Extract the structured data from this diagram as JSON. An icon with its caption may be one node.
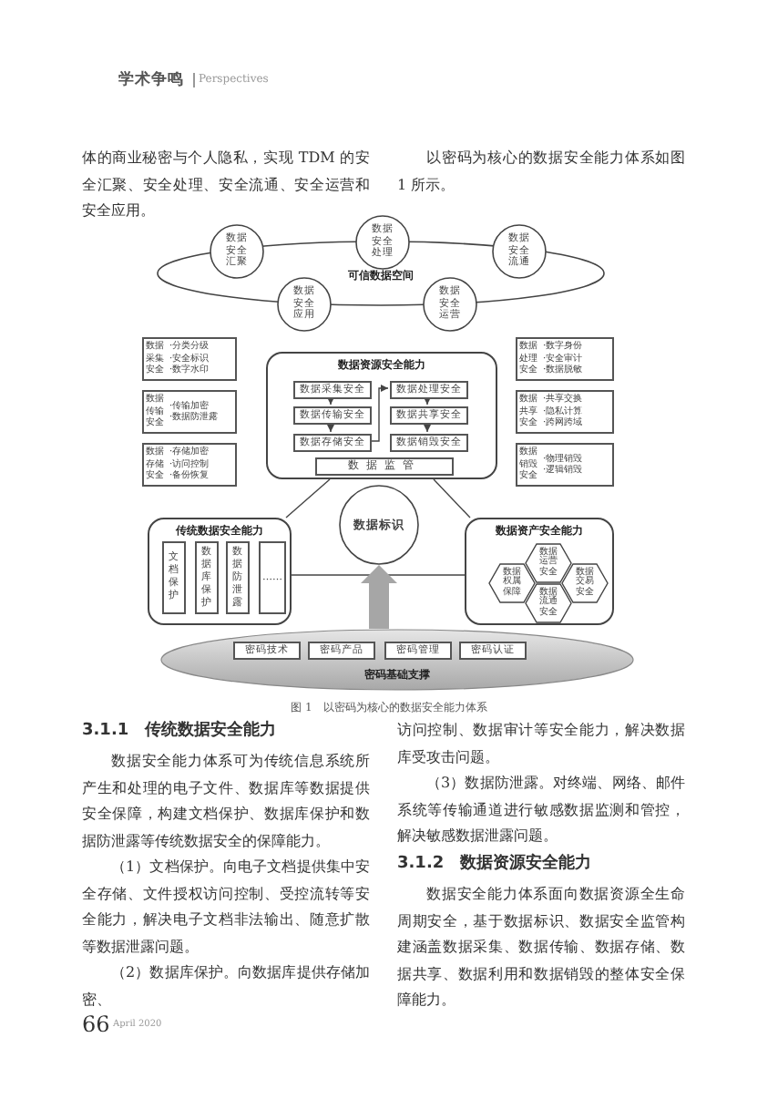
{
  "diagram": {
    "caption": "图 1　以密码为核心的数据安全能力体系",
    "nodes": [
      {
        "text": [
          "可信数据空间"
        ]
      },
      {
        "text": [
          "数据安全汇聚"
        ]
      },
      {
        "text": [
          "数据安全处理"
        ]
      },
      {
        "text": [
          "数据安全流通"
        ]
      },
      {
        "text": [
          "数据安全应用"
        ]
      },
      {
        "text": [
          "数据安全运营"
        ]
      },
      {
        "text": [
          "数据采集安全",
          "·分类分级",
          "·安全标识",
          "·数字水印"
        ]
      },
      {
        "text": [
          "数据传输安全",
          "·传输加密",
          "·数据防泄露"
        ]
      },
      {
        "text": [
          "数据存储安全",
          "·存储加密",
          "·访问控制",
          "·备份恢复"
        ]
      },
      {
        "text": [
          "数据资源安全能力"
        ]
      },
      {
        "text": [
          "数据采集安全"
        ],
        "in": 9
      },
      {
        "text": [
          "数据处理安全"
        ],
        "in": 9
      },
      {
        "text": [
          "数据传输安全"
        ],
        "in": 9
      },
      {
        "text": [
          "数据共享安全"
        ],
        "in": 9
      },
      {
        "text": [
          "数据存储安全"
        ],
        "in": 9
      },
      {
        "text": [
          "数据销毁安全"
        ],
        "in": 9
      },
      {
        "text": [
          "数据监管"
        ],
        "in": 9
      },
      {
        "text": [
          "数据处理安全",
          "·数字身份",
          "·安全审计",
          "·数据脱敏"
        ]
      },
      {
        "text": [
          "数据共享安全",
          "·共享交换",
          "·隐私计算",
          "·跨网跨域"
        ]
      },
      {
        "text": [
          "数据销毁安全",
          "·物理销毁",
          "·逻辑销毁"
        ]
      },
      {
        "text": [
          "数据标识"
        ]
      },
      {
        "text": [
          "传统数据安全能力"
        ]
      },
      {
        "text": [
          "文档保护"
        ],
        "in": 21
      },
      {
        "text": [
          "数据库保护"
        ],
        "in": 21
      },
      {
        "text": [
          "数据防泄露"
        ],
        "in": 21
      },
      {
        "text": [
          "……"
        ],
        "in": 21
      },
      {
        "text": [
          "数据资产安全能力"
        ]
      },
      {
        "text": [
          "数据运营安全"
        ],
        "in": 26
      },
      {
        "text": [
          "数据权属保障"
        ],
        "in": 26
      },
      {
        "text": [
          "数据交易安全"
        ],
        "in": 26
      },
      {
        "text": [
          "数据流通安全"
        ],
        "in": 26
      },
      {
        "text": [
          "密码基础支撑"
        ]
      },
      {
        "text": [
          "密码技术"
        ],
        "in": 31
      },
      {
        "text": [
          "密码产品"
        ],
        "in": 31
      },
      {
        "text": [
          "密码管理"
        ],
        "in": 31
      },
      {
        "text": [
          "密码认证"
        ],
        "in": 31
      }
    ],
    "edges": [
      {
        "from": 10,
        "to": 12,
        "arrow": "to"
      },
      {
        "from": 12,
        "to": 14,
        "arrow": "to"
      },
      {
        "from": 14,
        "to": 11,
        "arrow": "to"
      },
      {
        "from": 11,
        "to": 13,
        "arrow": "to"
      },
      {
        "from": 13,
        "to": 15,
        "arrow": "to"
      },
      {
        "from": 9,
        "to": 21,
        "arrow": "none"
      },
      {
        "from": 9,
        "to": 26,
        "arrow": "none"
      },
      {
        "from": 21,
        "to": 26,
        "arrow": "none"
      },
      {
        "from": 31,
        "to": 20,
        "arrow": "to",
        "style": "thick",
        "color": "#a6a6a6"
      }
    ],
    "labels": [
      "学术争鸣",
      "Perspectives",
      "体的商业秘密与个人隐私，实现 TDM 的安全汇聚、安全处理、安全流通、安全运营和安全应用。",
      "以密码为核心的数据安全能力体系如图 1 所示。",
      "3.1.1　传统数据安全能力",
      "数据安全能力体系可为传统信息系统所产生和处理的电子文件、数据库等数据提供安全保障，构建文档保护、数据库保护和数据防泄露等传统数据安全的保障能力。",
      "（1）文档保护。向电子文档提供集中安全存储、文件授权访问控制、受控流转等安全能力，解决电子文档非法输出、随意扩散等数据泄露问题。",
      "（2）数据库保护。向数据库提供存储加密、",
      "访问控制、数据审计等安全能力，解决数据库受攻击问题。",
      "（3）数据防泄露。对终端、网络、邮件系统等传输通道进行敏感数据监测和管控，解决敏感数据泄露问题。",
      "3.1.2　数据资源安全能力",
      "数据安全能力体系面向数据资源全生命周期安全，基于数据标识、数据安全监管构建涵盖数据采集、数据传输、数据存储、数据共享、数据利用和数据销毁的整体安全保障能力。",
      "66",
      "April 2020"
    ]
  }
}
